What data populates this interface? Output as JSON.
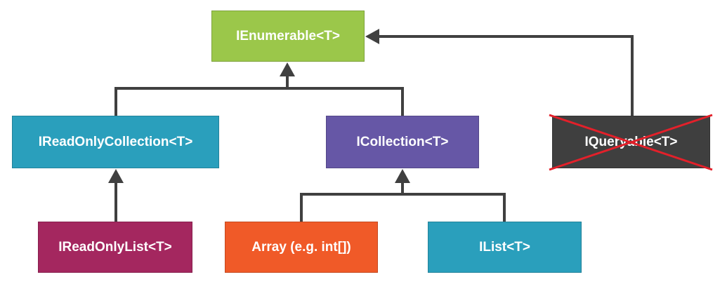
{
  "diagram": {
    "nodes": {
      "ienumerable": {
        "label": "IEnumerable<T>",
        "color": "#9bc74a"
      },
      "ireadonlycollection": {
        "label": "IReadOnlyCollection<T>",
        "color": "#2a9fbc"
      },
      "icollection": {
        "label": "ICollection<T>",
        "color": "#6657a6"
      },
      "iqueryable": {
        "label": "IQueryable<T>",
        "color": "#3f3f3f",
        "crossed_out": true,
        "cross_color": "#e3202a"
      },
      "ireadonlylist": {
        "label": "IReadOnlyList<T>",
        "color": "#a4275f"
      },
      "array": {
        "label": "Array (e.g. int[])",
        "color": "#f05a28"
      },
      "ilist": {
        "label": "IList<T>",
        "color": "#2a9fbc"
      }
    },
    "edges": [
      {
        "from": "ireadonlycollection",
        "to": "ienumerable"
      },
      {
        "from": "icollection",
        "to": "ienumerable"
      },
      {
        "from": "iqueryable",
        "to": "ienumerable"
      },
      {
        "from": "ireadonlylist",
        "to": "ireadonlycollection"
      },
      {
        "from": "array",
        "to": "icollection"
      },
      {
        "from": "ilist",
        "to": "icollection"
      }
    ],
    "edge_color": "#404040"
  }
}
